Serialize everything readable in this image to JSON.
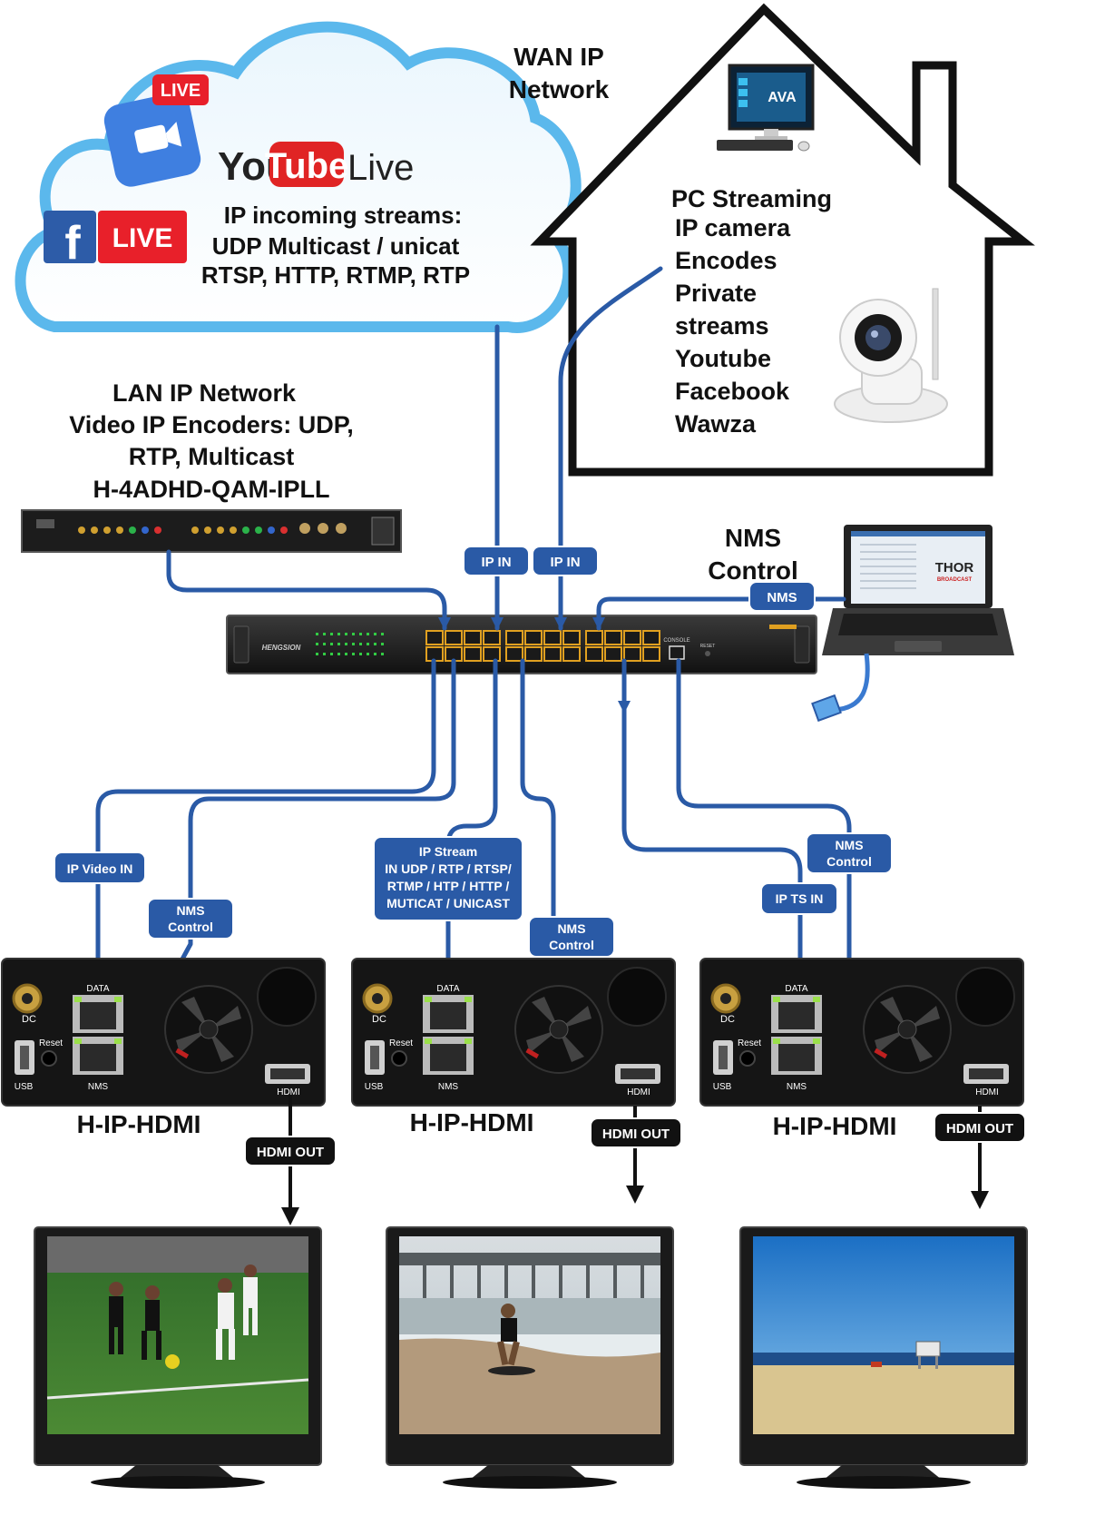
{
  "cloud": {
    "live_badge": "LIVE",
    "youtube_you": "You",
    "youtube_tube": "Tube",
    "youtube_live": "Live",
    "fb_letter": "f",
    "fb_live": "LIVE",
    "lines": [
      "IP incoming streams:",
      "UDP Multicast / unicat",
      "RTSP, HTTP, RTMP, RTP"
    ]
  },
  "wan": {
    "lines": [
      "WAN IP",
      "Network"
    ]
  },
  "house": {
    "pc_brand": "AVA",
    "lines": [
      "PC Streaming",
      "IP camera",
      "Encodes",
      "Private",
      "streams",
      "Youtube",
      "Facebook",
      "Wawza"
    ]
  },
  "lan": {
    "lines": [
      "LAN IP Network",
      "Video IP Encoders: UDP,",
      "RTP, Multicast",
      "H-4ADHD-QAM-IPLL"
    ]
  },
  "nms_control": {
    "lines": [
      "NMS",
      "Control"
    ]
  },
  "switch": {
    "brand": "HENGSION",
    "console": "CONSOLE",
    "reset": "RESET"
  },
  "laptop": {
    "brand": "THOR",
    "sub": "BROADCAST"
  },
  "labels": {
    "ip_in_1": "IP IN",
    "ip_in_2": "IP IN",
    "nms": "NMS",
    "ip_video_in": "IP Video  IN",
    "nms_control_1": [
      "NMS",
      "Control"
    ],
    "ip_stream": [
      "IP Stream",
      "IN UDP / RTP / RTSP/",
      "RTMP / HTP / HTTP /",
      "MUTICAT / UNICAST"
    ],
    "nms_control_2": [
      "NMS",
      "Control"
    ],
    "ip_ts_in": "IP TS IN",
    "nms_control_3": [
      "NMS",
      "Control"
    ],
    "hdmi_out_1": "HDMI OUT",
    "hdmi_out_2": "HDMI OUT",
    "hdmi_out_3": "HDMI OUT"
  },
  "decoder": {
    "model": "H-IP-HDMI",
    "ports": {
      "dc": "DC",
      "data": "DATA",
      "reset": "Reset",
      "usb": "USB",
      "nms": "NMS",
      "hdmi": "HDMI"
    }
  },
  "colors": {
    "cable": "#2a5aa6",
    "label_bg": "#2a5aa6",
    "hdmi_bg": "#111111",
    "cloud_edge": "#5bb8ec"
  }
}
